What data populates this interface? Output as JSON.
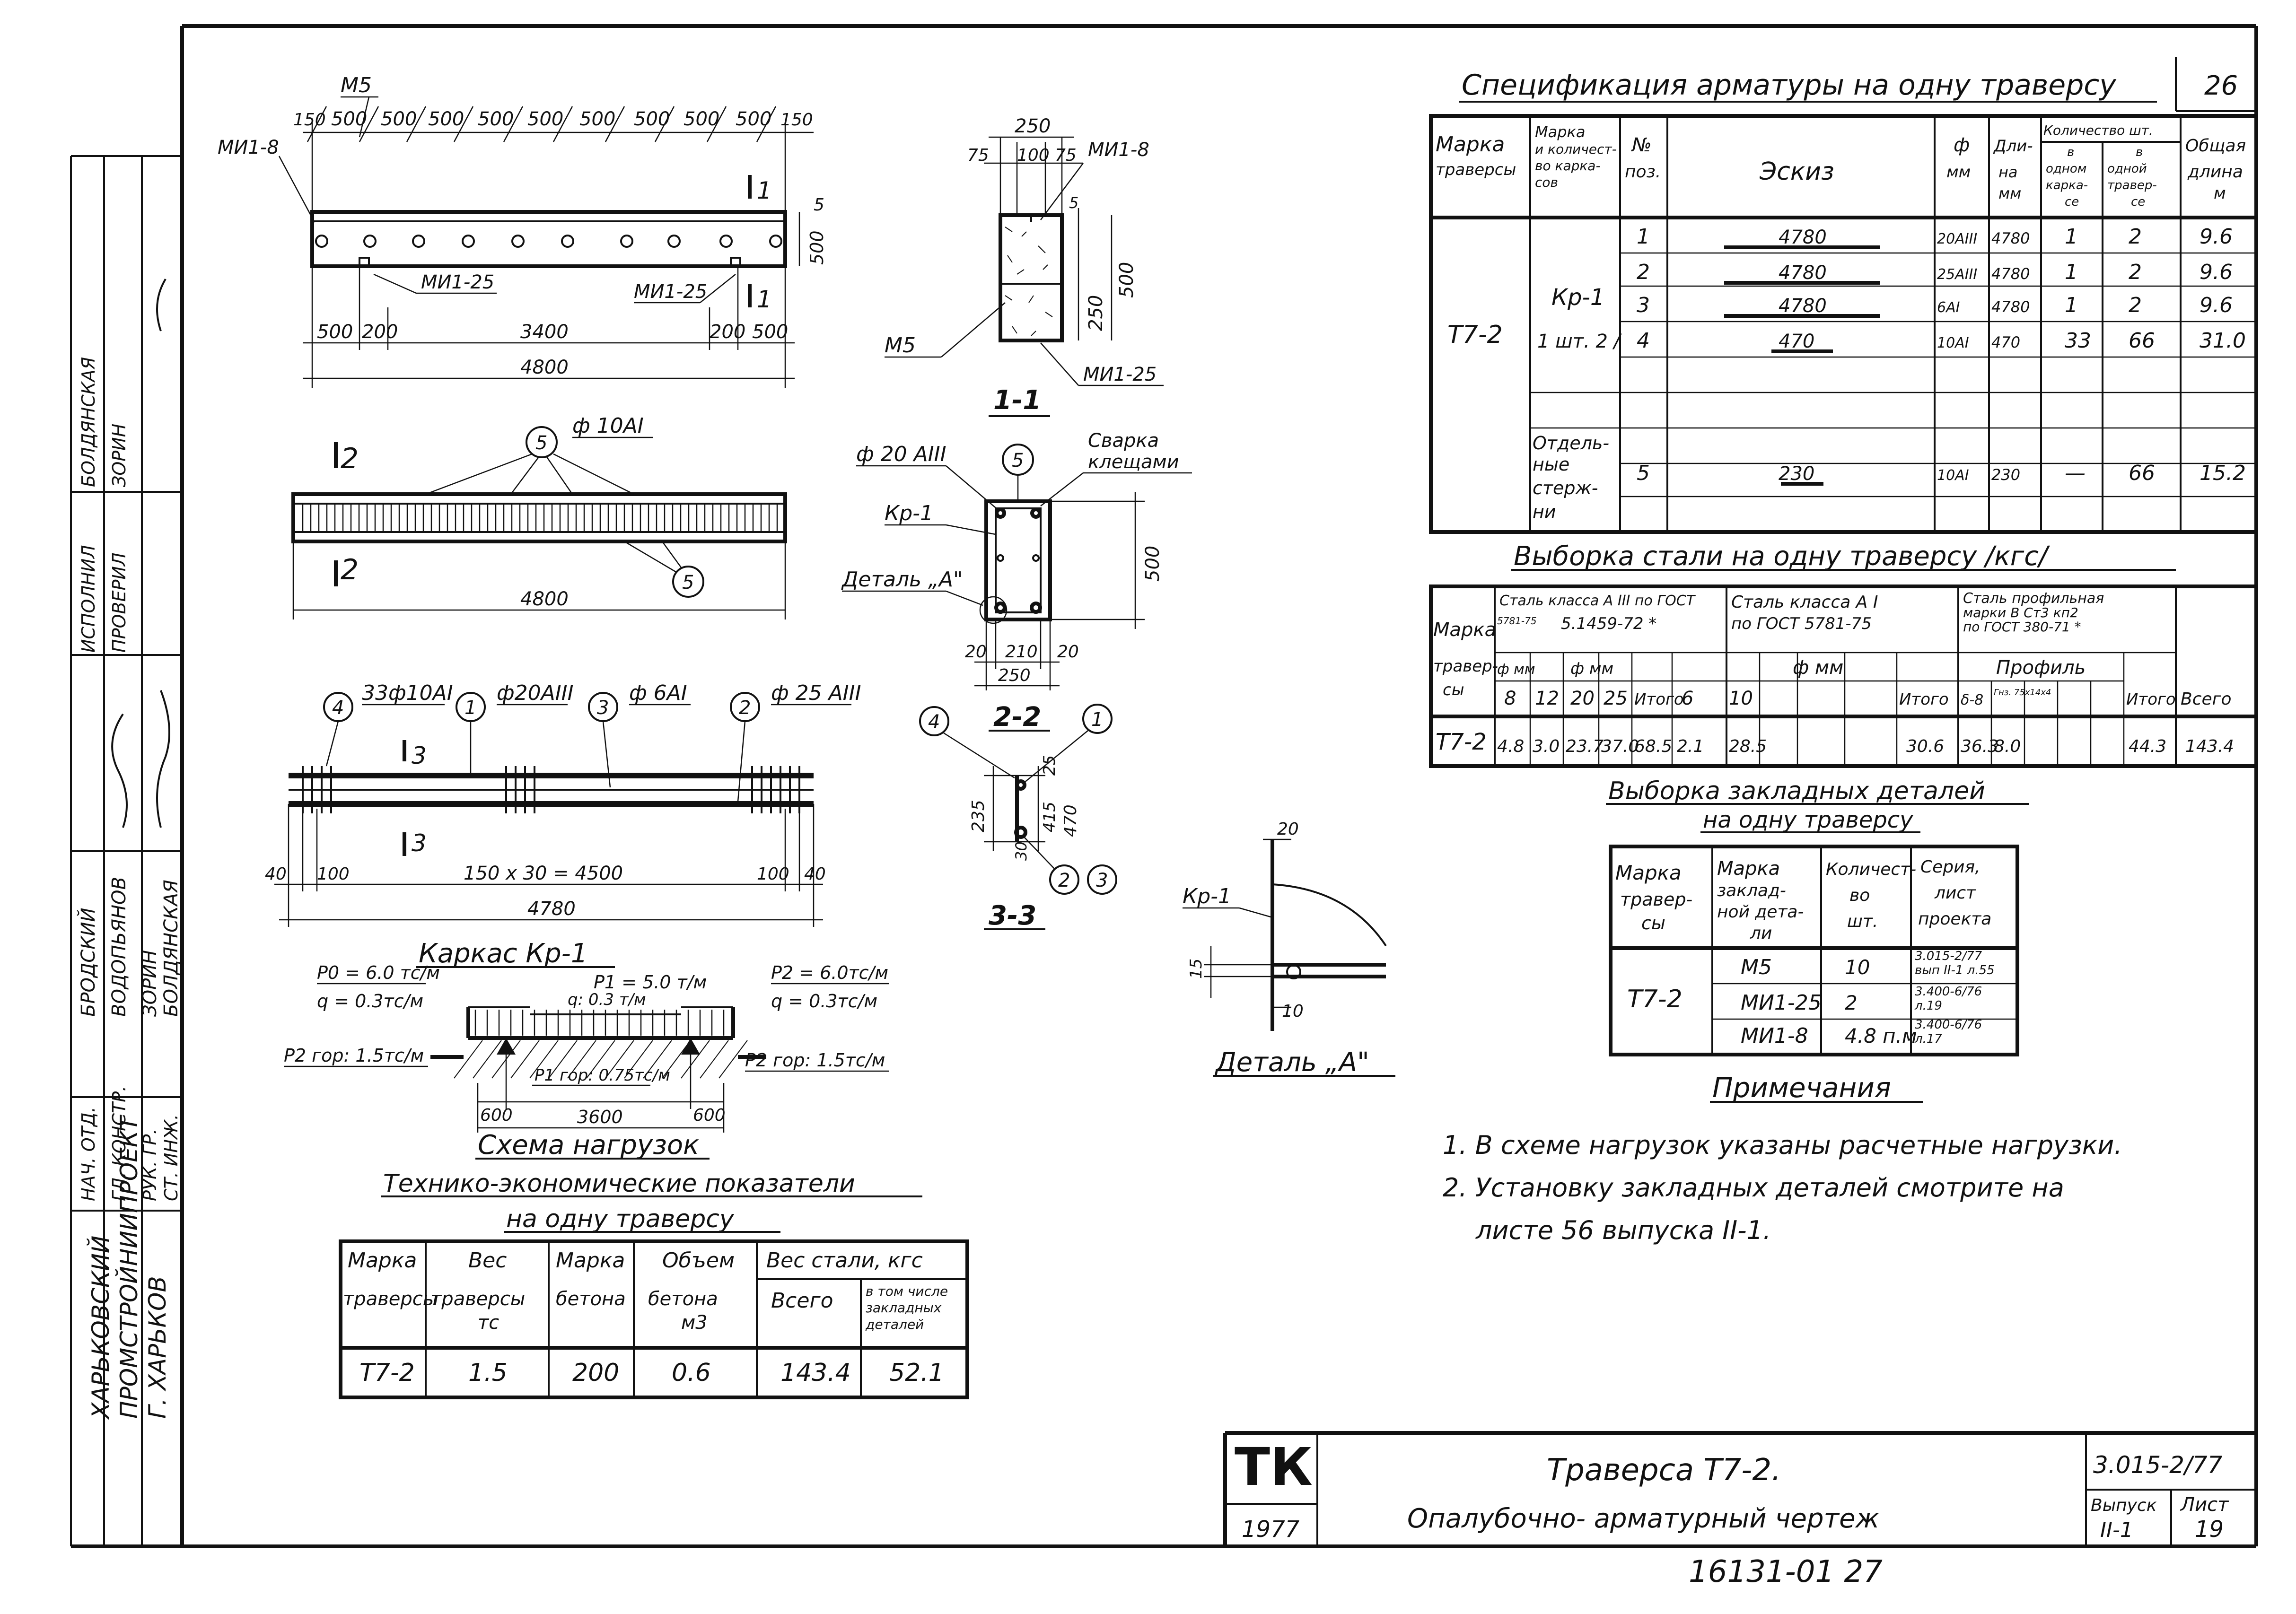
{
  "sheet_no": "26",
  "stamp": {
    "org": [
      "ХАРЬКОВСКИЙ",
      "ПРОМСТРОЙНИИПРОЕКТ",
      "Г. ХАРЬКОВ"
    ],
    "roles": [
      "НАЧ. ОТД.",
      "ГЛ. КОНСТР.",
      "РУК. ГР.",
      "СТ. ИНЖ."
    ],
    "names": [
      "БРОДСКИЙ",
      "ВОДОПЬЯНОВ",
      "ЗОРИН",
      "БОЛДЯНСКАЯ"
    ],
    "exec_role": "ИСПОЛНИЛ",
    "exec_name": "БОЛДЯНСКАЯ",
    "check_role": "ПРОВЕРИЛ",
    "check_name": "ЗОРИН"
  },
  "elevation": {
    "label_m5": "М5",
    "label_mi8": "МИ1-8",
    "label_mi25a": "МИ1-25",
    "label_mi25b": "МИ1-25",
    "top_dims": [
      "150",
      "500",
      "500",
      "500",
      "500",
      "500",
      "500",
      "500",
      "500",
      "500",
      "150"
    ],
    "bottom_dims": [
      "500",
      "200",
      "3400",
      "200",
      "500"
    ],
    "total": "4800",
    "right_dim_5": "5",
    "right_dim_500": "500",
    "cut1": "1"
  },
  "section11": {
    "title": "1-1",
    "w250": "250",
    "d75a": "75",
    "d100": "100",
    "d75b": "75",
    "h500": "500",
    "h250": "250",
    "d5": "5",
    "label_mi8": "МИ1-8",
    "label_m5": "М5",
    "label_mi25": "МИ1-25"
  },
  "plan": {
    "cut2": "2",
    "bar_label": "ф 10АI",
    "pos5": "5",
    "total": "4800"
  },
  "section22": {
    "title": "2-2",
    "bar_label": "ф 20 АIII",
    "weld": [
      "Сварка",
      "клещами"
    ],
    "kr": "Кр-1",
    "detail": "Деталь „А\"",
    "pos5": "5",
    "h500": "500",
    "d20a": "20",
    "d210": "210",
    "d20b": "20",
    "w250": "250"
  },
  "frame": {
    "title": "Каркас Кр-1",
    "cut3": "3",
    "pos4": "4",
    "pos1": "1",
    "pos3": "3",
    "pos2": "2",
    "lbl4": "33ф10АI",
    "lbl1": "ф20АIII",
    "lbl3": "ф 6АI",
    "lbl2": "ф 25 АIII",
    "d40a": "40",
    "d100a": "100",
    "mid": "150 х 30 = 4500",
    "d100b": "100",
    "d40b": "40",
    "total": "4780"
  },
  "section33": {
    "title": "3-3",
    "d25": "25",
    "d415": "415",
    "d470": "470",
    "d235": "235",
    "d30": "30",
    "p4": "4",
    "p1": "1",
    "p2": "2",
    "p3": "3"
  },
  "detailA": {
    "title": "Деталь „А\"",
    "kr": "Кр-1",
    "d20": "20",
    "d15": "15",
    "d10": "10"
  },
  "loads": {
    "title": "Схема нагрузок",
    "p0": "Р0 = 6.0 тс/м",
    "q0": "q = 0.3тс/м",
    "p1": "Р1 = 5.0 т/м",
    "q1": "q: 0.3 т/м",
    "p2": "Р2 = 6.0тс/м",
    "q2": "q = 0.3тс/м",
    "p2hl": "Р2 гор: 1.5тс/м",
    "p2hr": "Р2 гор: 1.5тс/м",
    "p1h": "Р1 гор: 0.75тс/м",
    "d600a": "600",
    "d3600": "3600",
    "d600b": "600"
  },
  "tep": {
    "title1": "Технико-экономические показатели",
    "title2": "на одну траверсу",
    "h_mark": [
      "Марка",
      "траверсы"
    ],
    "h_weight": [
      "Вес",
      "траверсы",
      "тс"
    ],
    "h_concrete": [
      "Марка",
      "бетона"
    ],
    "h_volume": [
      "Объем",
      "бетона",
      "м3"
    ],
    "h_steel": "Вес стали, кгс",
    "h_total": "Всего",
    "h_incl": [
      "в том числе",
      "закладных",
      "деталей"
    ],
    "row": [
      "Т7-2",
      "1.5",
      "200",
      "0.6",
      "143.4",
      "52.1"
    ]
  },
  "spec": {
    "title": "Спецификация арматуры на одну траверсу",
    "h_mark": [
      "Марка",
      "траверсы"
    ],
    "h_frame": [
      "Марка",
      "и количест-",
      "во карка-",
      "сов"
    ],
    "h_pos": [
      "№",
      "поз."
    ],
    "h_sketch": "Эскиз",
    "h_dia": [
      "ф",
      "мм"
    ],
    "h_len": [
      "Дли-",
      "на",
      "мм"
    ],
    "h_qty": "Количество шт.",
    "h_qty1": [
      "в",
      "одном",
      "карка-",
      "се"
    ],
    "h_qty2": [
      "в",
      "одной",
      "травер-",
      "се"
    ],
    "h_total": [
      "Общая",
      "длина",
      "м"
    ],
    "mark": "Т7-2",
    "frame": [
      "Кр-1",
      "1 шт. 2 /"
    ],
    "sep": [
      "Отдель-",
      "ные",
      "стерж-",
      "ни"
    ],
    "rows": [
      {
        "pos": "1",
        "sketch": "4780",
        "dia": "20АIII",
        "len": "4780",
        "q1": "1",
        "q2": "2",
        "tot": "9.6"
      },
      {
        "pos": "2",
        "sketch": "4780",
        "dia": "25АIII",
        "len": "4780",
        "q1": "1",
        "q2": "2",
        "tot": "9.6"
      },
      {
        "pos": "3",
        "sketch": "4780",
        "dia": "6АI",
        "len": "4780",
        "q1": "1",
        "q2": "2",
        "tot": "9.6"
      },
      {
        "pos": "4",
        "sketch": "470",
        "dia": "10АI",
        "len": "470",
        "q1": "33",
        "q2": "66",
        "tot": "31.0"
      },
      {
        "pos": "5",
        "sketch": "230",
        "dia": "10АI",
        "len": "230",
        "q1": "—",
        "q2": "66",
        "tot": "15.2"
      }
    ]
  },
  "steel": {
    "title": "Выборка стали на одну траверсу /кгс/",
    "h_mark": [
      "Марка",
      "травер-",
      "сы"
    ],
    "g1": [
      "Сталь класса А III по ГОСТ",
      "5781-75",
      "5.1459-72 *"
    ],
    "g2": [
      "Сталь класса А I",
      "по ГОСТ 5781-75"
    ],
    "g3": [
      "Сталь профильная",
      "марки В Ст3 кп2",
      "по ГОСТ 380-71 *"
    ],
    "h_fmm": "ф мм",
    "h_fmm2": "ф мм",
    "h_fmm3": "ф мм",
    "h_profile": "Профиль",
    "h_d1": [
      "8",
      "12",
      "20",
      "25"
    ],
    "h_itogo": "Итого",
    "h_d2": [
      "6",
      "10"
    ],
    "h_itogo2": "Итого",
    "h_p": [
      "δ-8",
      "Гнз. 75х14х4"
    ],
    "h_itogo3": "Итого",
    "h_all": "Всего",
    "row": {
      "mark": "Т7-2",
      "v1": [
        "4.8",
        "3.0",
        "23.7",
        "37.0"
      ],
      "i1": "68.5",
      "v2": [
        "2.1",
        "28.5"
      ],
      "i2": "30.6",
      "v3": [
        "36.3",
        "8.0"
      ],
      "i3": "44.3",
      "all": "143.4"
    }
  },
  "emb": {
    "title1": "Выборка закладных деталей",
    "title2": "на одну траверсу",
    "h_mark": [
      "Марка",
      "травер-",
      "сы"
    ],
    "h_emb": [
      "Марка",
      "заклад-",
      "ной дета-",
      "ли"
    ],
    "h_qty": [
      "Количест-",
      "во",
      "шт."
    ],
    "h_series": [
      "Серия,",
      "лист",
      "проекта"
    ],
    "mark": "Т7-2",
    "rows": [
      {
        "name": "М5",
        "qty": "10",
        "ref": [
          "3.015-2/77",
          "вып II-1 л.55"
        ]
      },
      {
        "name": "МИ1-25",
        "qty": "2",
        "ref": [
          "3.400-6/76",
          "л.19"
        ]
      },
      {
        "name": "МИ1-8",
        "qty": "4.8 п.м",
        "ref": [
          "3.400-6/76",
          "л.17"
        ]
      }
    ]
  },
  "notes": {
    "title": "Примечания",
    "lines": [
      "1. В схеме нагрузок указаны расчетные нагрузки.",
      "2. Установку закладных деталей смотрите на",
      "листе 56 выпуска II-1."
    ]
  },
  "title_block": {
    "logo": "ТК",
    "year": "1977",
    "name1": "Траверса Т7-2.",
    "name2": "Опалубочно- арматурный чертеж",
    "series": "3.015-2/77",
    "issue_h": "Выпуск",
    "issue": "II-1",
    "sheet_h": "Лист",
    "sheet": "19"
  },
  "archive_no": "16131-01 27"
}
